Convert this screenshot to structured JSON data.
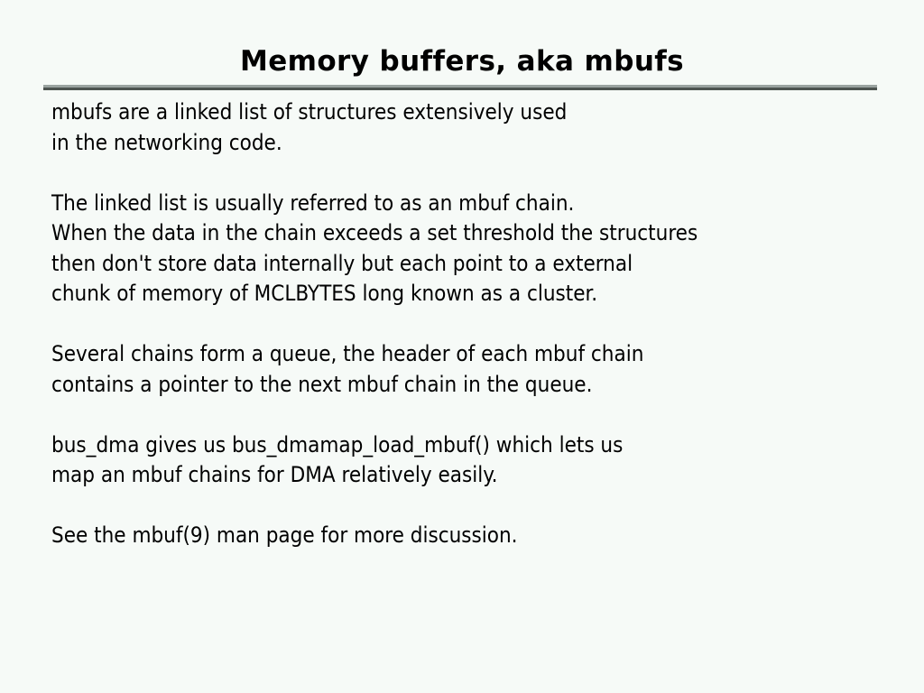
{
  "slide": {
    "title": "Memory buffers, aka mbufs",
    "background_color": "#f6faf7",
    "text_color": "#000000",
    "rule": {
      "top_color": "#9aa3a0",
      "bottom_color": "#4d5450"
    },
    "paragraphs": [
      {
        "id": "intro",
        "lines": [
          "mbufs are a linked list of structures extensively used",
          "in the networking code."
        ]
      },
      {
        "id": "chain",
        "lines": [
          "The linked list is usually referred to as an mbuf chain.",
          "When the data in the chain exceeds a set threshold the structures",
          "then don't store data internally but each point to a external",
          "chunk of memory of MCLBYTES long known as a cluster."
        ]
      },
      {
        "id": "queue",
        "lines": [
          "Several chains form a queue, the header of each mbuf chain",
          "contains a pointer to the next mbuf chain in the queue."
        ]
      },
      {
        "id": "busdma",
        "lines": [
          "bus_dma gives us bus_dmamap_load_mbuf() which lets us",
          "map an mbuf chains for DMA relatively easily."
        ]
      },
      {
        "id": "manpage",
        "lines": [
          "See the mbuf(9) man page for more discussion."
        ]
      }
    ]
  }
}
